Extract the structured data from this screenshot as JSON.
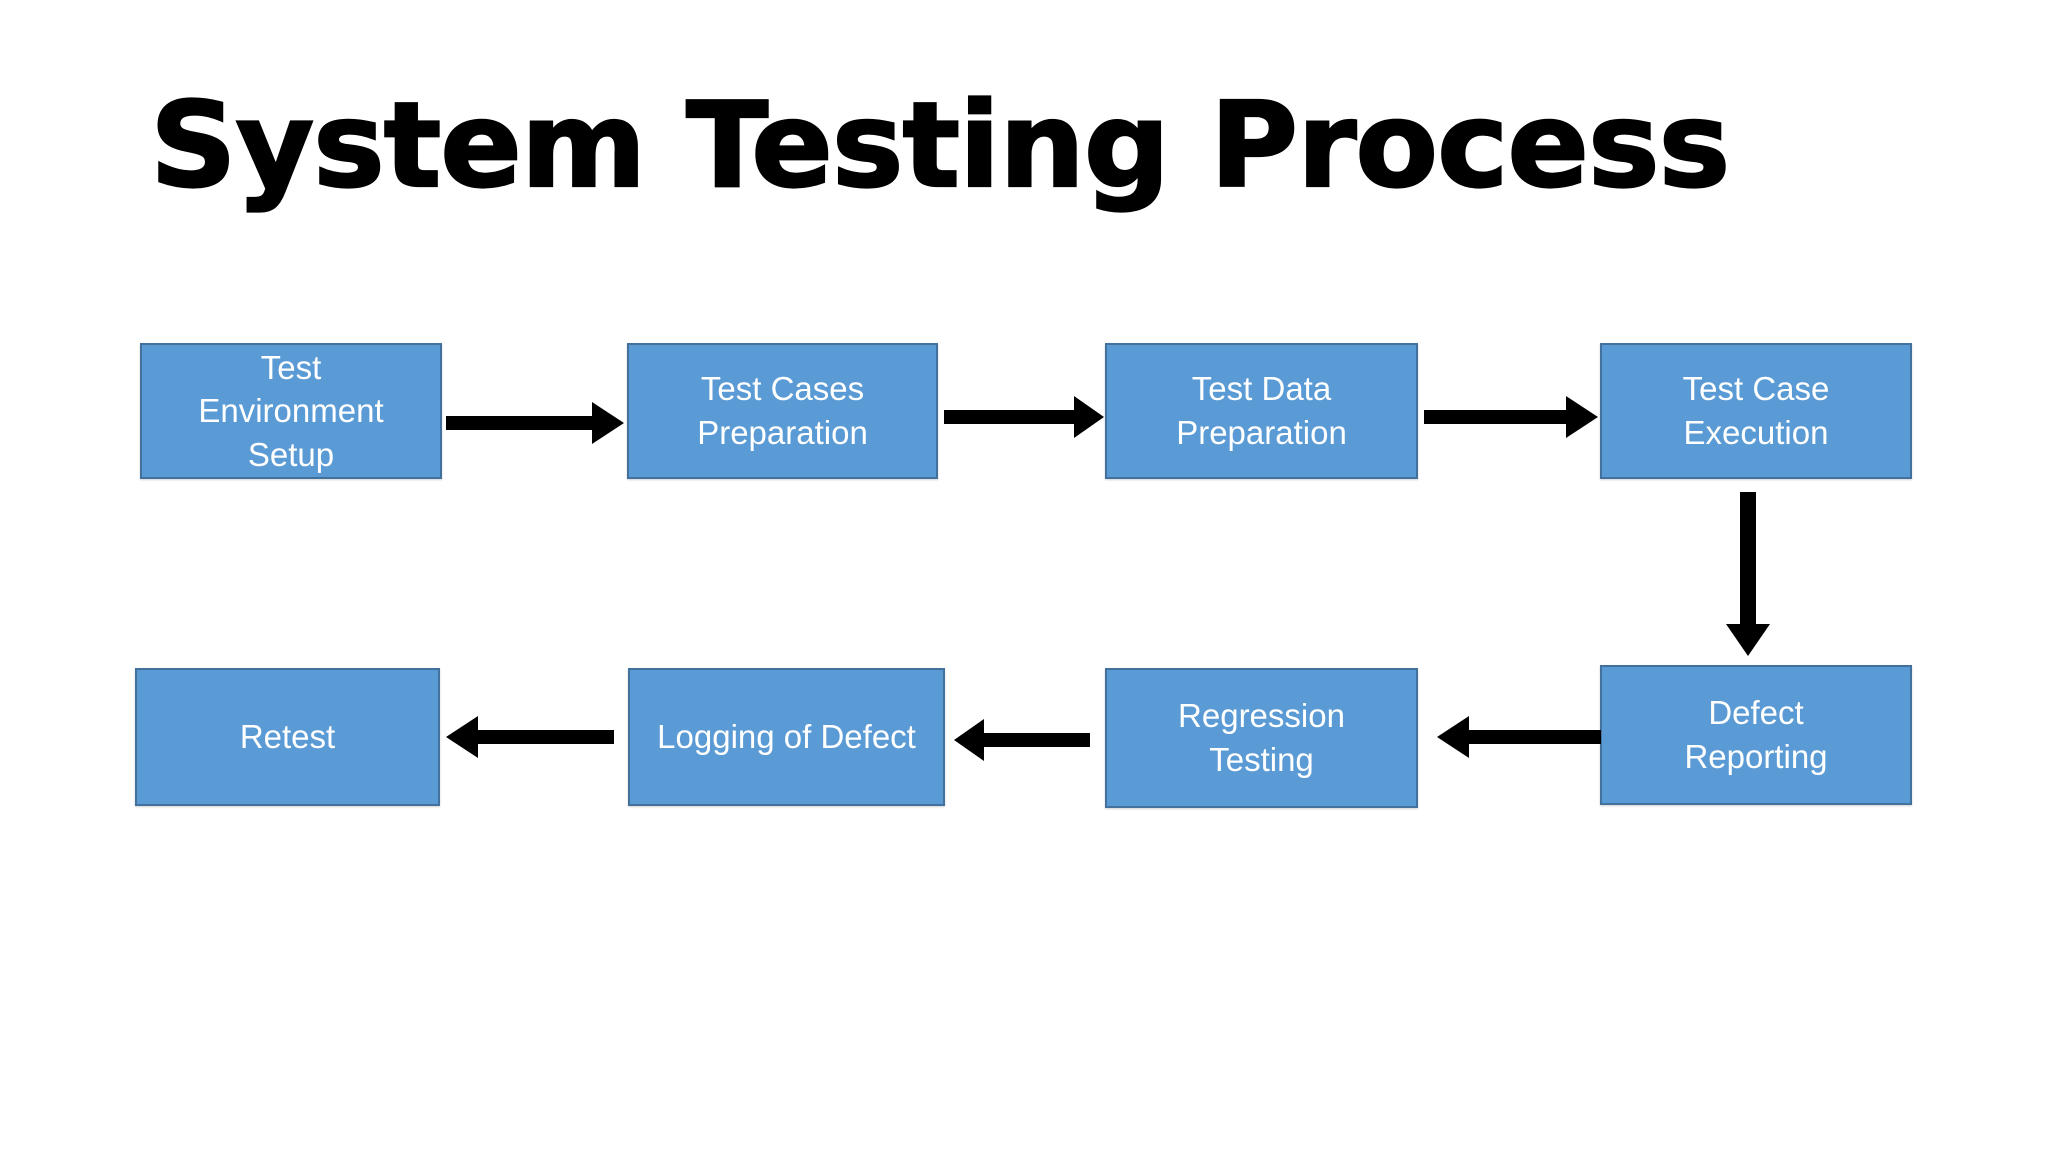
{
  "page": {
    "title": "System Testing Process",
    "background_color": "#FFFFFF",
    "title_color": "#000000"
  },
  "theme": {
    "box_fill": "#5B9BD5",
    "box_border": "#41719C",
    "box_text": "#FFFFFF",
    "arrow_color": "#000000"
  },
  "flow": {
    "top_row": [
      {
        "id": "test-environment-setup",
        "label": "Test\nEnvironment\nSetup",
        "line1": "Test",
        "line2": "Environment",
        "line3": "Setup"
      },
      {
        "id": "test-cases-preparation",
        "label": "Test Cases\nPreparation",
        "line1": "Test Cases",
        "line2": "Preparation"
      },
      {
        "id": "test-data-preparation",
        "label": "Test Data\nPreparation",
        "line1": "Test Data",
        "line2": "Preparation"
      },
      {
        "id": "test-case-execution",
        "label": "Test Case\nExecution",
        "line1": "Test Case",
        "line2": "Execution"
      }
    ],
    "bottom_row": [
      {
        "id": "retest",
        "label": "Retest",
        "line1": "Retest"
      },
      {
        "id": "logging-of-defect",
        "label": "Logging of Defect",
        "line1": "Logging of Defect"
      },
      {
        "id": "regression-testing",
        "label": "Regression\nTesting",
        "line1": "Regression",
        "line2": "Testing"
      },
      {
        "id": "defect-reporting",
        "label": "Defect\nReporting",
        "line1": "Defect",
        "line2": "Reporting"
      }
    ],
    "connectors": [
      {
        "id": "setup-to-cases",
        "from": "test-environment-setup",
        "to": "test-cases-preparation",
        "direction": "right"
      },
      {
        "id": "cases-to-data",
        "from": "test-cases-preparation",
        "to": "test-data-preparation",
        "direction": "right"
      },
      {
        "id": "data-to-execution",
        "from": "test-data-preparation",
        "to": "test-case-execution",
        "direction": "right"
      },
      {
        "id": "execution-to-defect",
        "from": "test-case-execution",
        "to": "defect-reporting",
        "direction": "down"
      },
      {
        "id": "defect-to-regression",
        "from": "defect-reporting",
        "to": "regression-testing",
        "direction": "left"
      },
      {
        "id": "regression-to-logging",
        "from": "regression-testing",
        "to": "logging-of-defect",
        "direction": "left"
      },
      {
        "id": "logging-to-retest",
        "from": "logging-of-defect",
        "to": "retest",
        "direction": "left"
      }
    ]
  }
}
